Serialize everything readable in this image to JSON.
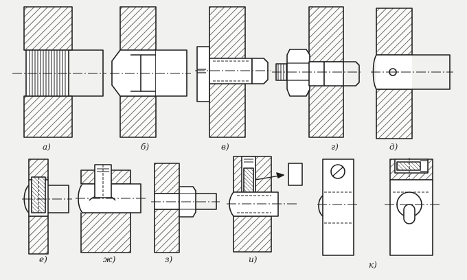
{
  "labels": {
    "a": "а)",
    "b": "б)",
    "v": "в)",
    "g": "г)",
    "d": "д)",
    "e": "е)",
    "zh": "ж)",
    "z": "з)",
    "i": "и)",
    "k": "к)"
  },
  "colors": {
    "paper": "#f1f1ef",
    "ink": "#1e1e1e",
    "part": "#ffffff"
  }
}
